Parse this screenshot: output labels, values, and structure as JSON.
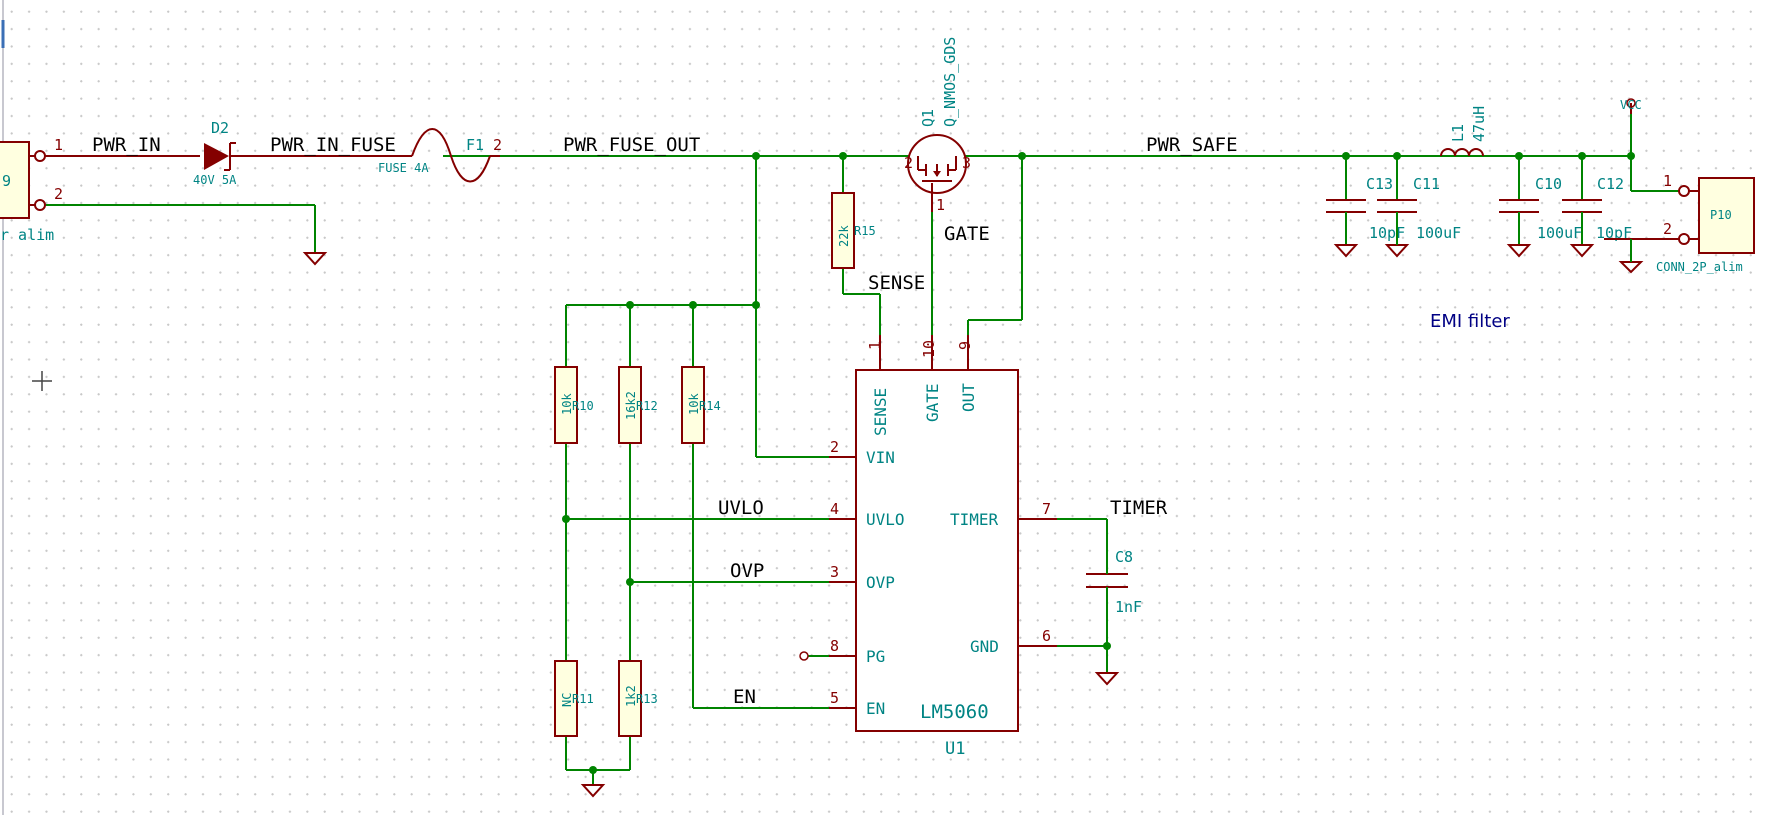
{
  "nets": {
    "pwr_in": "PWR_IN",
    "pwr_in_fuse": "PWR_IN_FUSE",
    "pwr_fuse_out": "PWR_FUSE_OUT",
    "pwr_safe": "PWR_SAFE",
    "gate": "GATE",
    "sense": "SENSE",
    "uvlo": "UVLO",
    "ovp": "OVP",
    "en": "EN",
    "timer": "TIMER"
  },
  "components": {
    "j_in": {
      "ref": "9",
      "value": "r alim",
      "pin1": "1",
      "pin2": "2"
    },
    "d2": {
      "ref": "D2",
      "value": "40V 5A"
    },
    "f1": {
      "ref": "F1",
      "value": "FUSE 4A",
      "pin2": "2"
    },
    "q1": {
      "ref": "Q1",
      "value": "Q_NMOS_GDS",
      "pin_d": "2",
      "pin_s": "3",
      "pin_g": "1"
    },
    "r15": {
      "ref": "R15",
      "value": "22k"
    },
    "r10": {
      "ref": "R10",
      "value": "10k"
    },
    "r12": {
      "ref": "R12",
      "value": "16k2"
    },
    "r14": {
      "ref": "R14",
      "value": "10k"
    },
    "r11": {
      "ref": "R11",
      "value": "NC"
    },
    "r13": {
      "ref": "R13",
      "value": "1k2"
    },
    "c13": {
      "ref": "C13",
      "value": "10pF"
    },
    "c11": {
      "ref": "C11",
      "value": "100uF"
    },
    "l1": {
      "ref": "L1",
      "value": "47uH"
    },
    "c10": {
      "ref": "C10",
      "value": "100uF"
    },
    "c12": {
      "ref": "C12",
      "value": "10pF"
    },
    "vcc": {
      "label": "VCC"
    },
    "p10": {
      "ref": "P10",
      "value": "CONN_2P_alim",
      "pin1": "1",
      "pin2": "2"
    },
    "c8": {
      "ref": "C8",
      "value": "1nF"
    },
    "u1": {
      "ref": "U1",
      "value": "LM5060",
      "pins": [
        {
          "num": "1",
          "name": "SENSE"
        },
        {
          "num": "10",
          "name": "GATE"
        },
        {
          "num": "9",
          "name": "OUT"
        },
        {
          "num": "2",
          "name": "VIN"
        },
        {
          "num": "4",
          "name": "UVLO"
        },
        {
          "num": "3",
          "name": "OVP"
        },
        {
          "num": "8",
          "name": "PG"
        },
        {
          "num": "5",
          "name": "EN"
        },
        {
          "num": "7",
          "name": "TIMER"
        },
        {
          "num": "6",
          "name": "GND"
        }
      ]
    }
  },
  "notes": {
    "emi": "EMI filter"
  },
  "colors": {
    "wire": "#008400",
    "part": "#840000",
    "fill": "#ffffe0",
    "pin_text": "#008484",
    "net_text": "#000000",
    "note": "#000084"
  }
}
